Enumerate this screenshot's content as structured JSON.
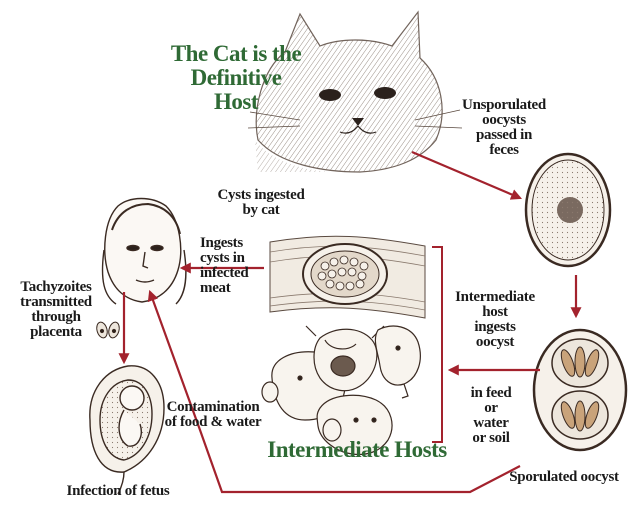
{
  "colors": {
    "arrow": "#a3222d",
    "heading": "#2f6a35",
    "ink": "#3a2a22",
    "bracket": "#a3222d"
  },
  "definitive_host": {
    "title_lines": [
      "The Cat is the",
      "Definitive",
      "Host"
    ]
  },
  "labels": {
    "unsporulated": [
      "Unsporulated",
      "oocysts",
      "passed in",
      "feces"
    ],
    "cysts_ingested": [
      "Cysts ingested",
      "by cat"
    ],
    "ingests_cysts": [
      "Ingests",
      "cysts in",
      "infected",
      "meat"
    ],
    "intermediate_host": [
      "Intermediate",
      "host",
      "ingests",
      "oocyst"
    ],
    "in_feed": [
      "in feed",
      "or",
      "water",
      "or soil"
    ],
    "tachyzoites": [
      "Tachyzoites",
      "transmitted",
      "through",
      "placenta"
    ],
    "contamination": [
      "Contamination",
      "of food & water"
    ],
    "sporulated": "Sporulated oocyst",
    "infection_fetus": "Infection of fetus",
    "intermediate_hosts_title": "Intermediate Hosts"
  },
  "illustrations": [
    "cat-head-illustration",
    "woman-face-illustration",
    "fetus-in-uterus-illustration",
    "unsporulated-oocyst-illustration",
    "sporulated-oocyst-illustration",
    "tissue-cyst-in-muscle-illustration",
    "intermediate-host-animals-illustration",
    "tachyzoites-illustration"
  ]
}
